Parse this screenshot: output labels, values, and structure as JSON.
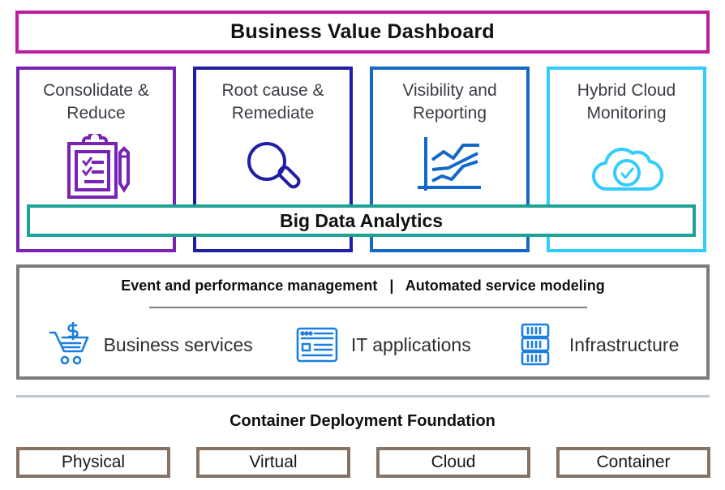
{
  "header": {
    "title": "Business Value Dashboard",
    "border_color": "#BE1E9E"
  },
  "pillars": [
    {
      "label": "Consolidate &\nReduce",
      "icon": "clipboard-checklist-icon",
      "color": "#7823B4"
    },
    {
      "label": "Root cause &\nRemediate",
      "icon": "magnifying-glass-icon",
      "color": "#1F1FA5"
    },
    {
      "label": "Visibility and\nReporting",
      "icon": "line-chart-icon",
      "color": "#1668C8"
    },
    {
      "label": "Hybrid Cloud\nMonitoring",
      "icon": "cloud-check-icon",
      "color": "#33CCFF"
    }
  ],
  "analytics": {
    "label": "Big Data Analytics",
    "border_color": "#1FA295"
  },
  "management": {
    "heading_left": "Event and performance management",
    "heading_separator": "|",
    "heading_right": "Automated service modeling",
    "border_color": "#7C7C7C",
    "items": [
      {
        "label": "Business services",
        "icon": "shopping-cart-dollar-icon",
        "color": "#1A7FE0"
      },
      {
        "label": "IT applications",
        "icon": "browser-window-icon",
        "color": "#1A7FE0"
      },
      {
        "label": "Infrastructure",
        "icon": "server-rack-icon",
        "color": "#1A7FE0"
      }
    ]
  },
  "foundation": {
    "title": "Container Deployment Foundation",
    "divider_color": "#B7C7D3",
    "box_border_color": "#857466",
    "boxes": [
      {
        "label": "Physical"
      },
      {
        "label": "Virtual"
      },
      {
        "label": "Cloud"
      },
      {
        "label": "Container"
      }
    ]
  }
}
